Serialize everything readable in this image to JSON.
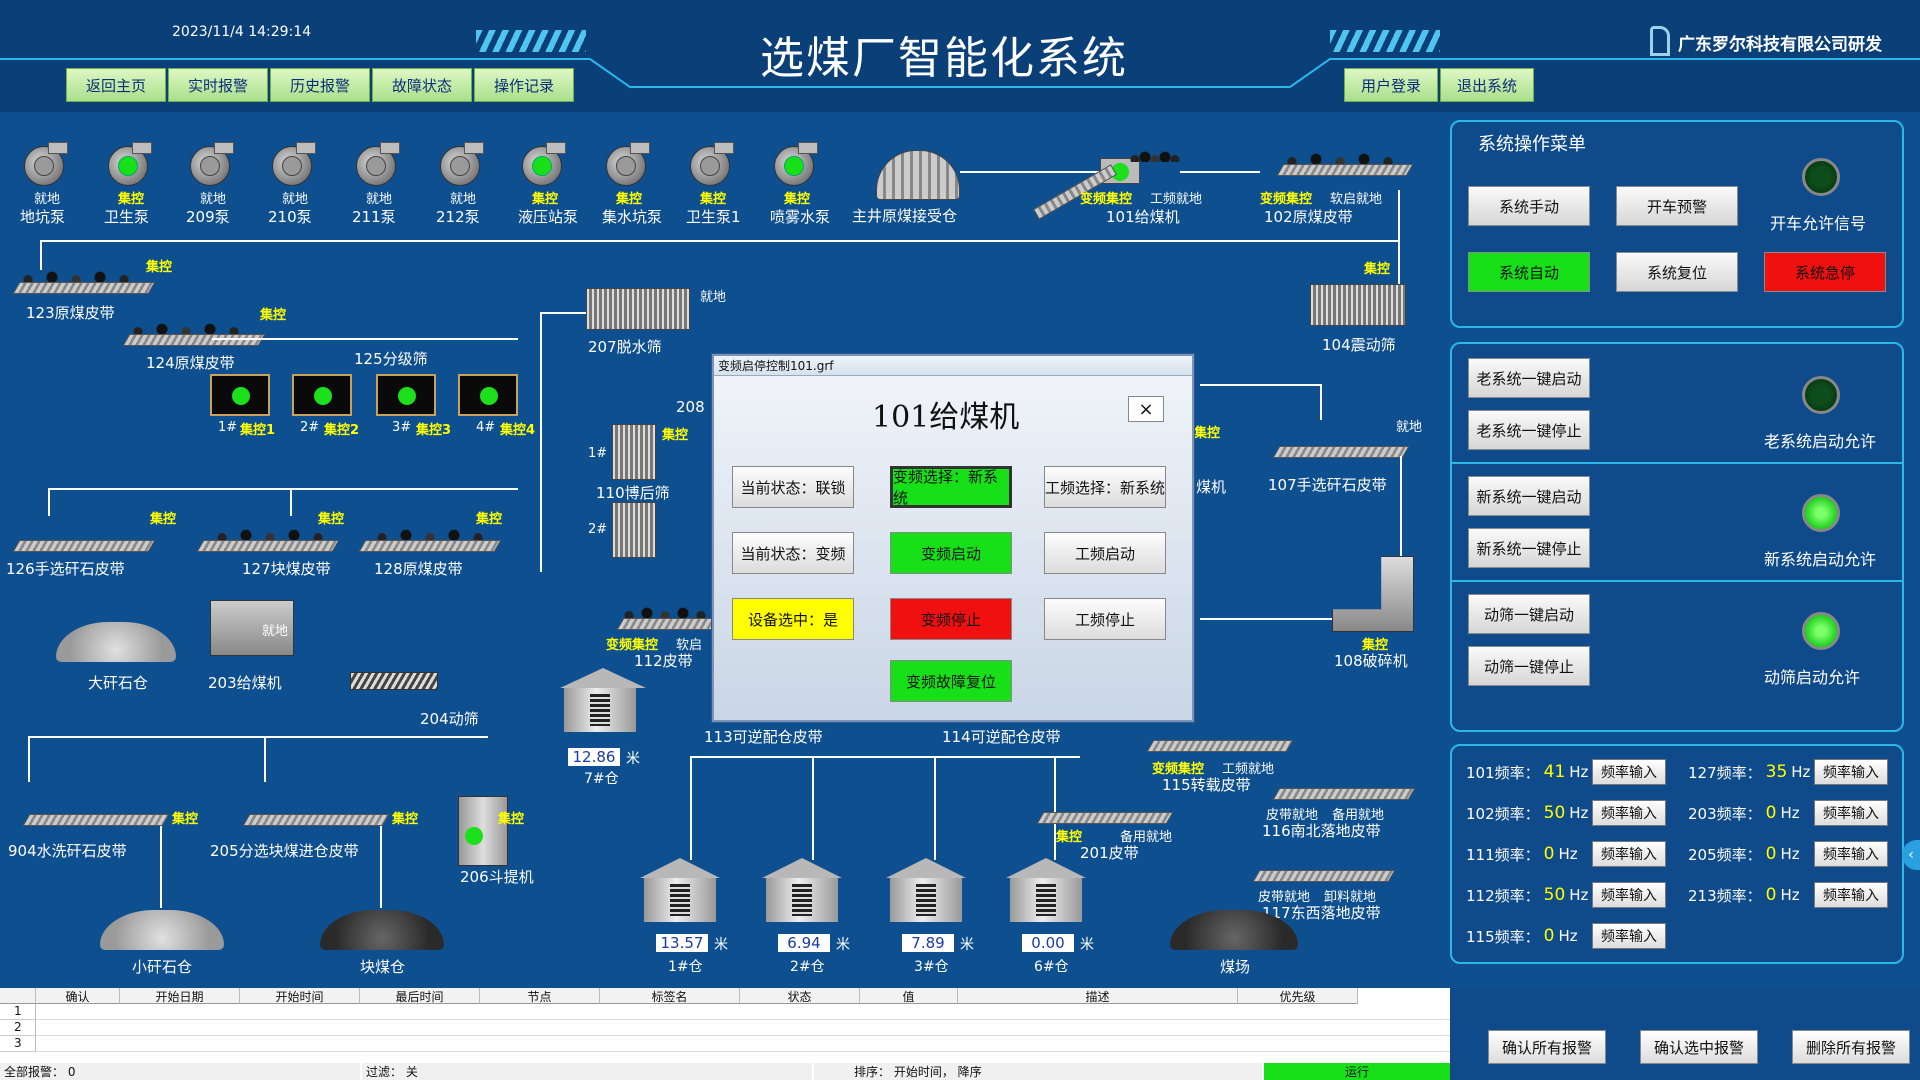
{
  "header": {
    "datetime": "2023/11/4  14:29:14",
    "title": "选煤厂智能化系统",
    "company": "广东罗尔科技有限公司研发",
    "nav_left": [
      "返回主页",
      "实时报警",
      "历史报警",
      "故障状态",
      "操作记录"
    ],
    "nav_right": [
      "用户登录",
      "退出系统"
    ]
  },
  "pumps": [
    {
      "tag": "就地",
      "name": "地坑泵",
      "on": false
    },
    {
      "tag": "集控",
      "name": "卫生泵",
      "on": true
    },
    {
      "tag": "就地",
      "name": "209泵",
      "on": false
    },
    {
      "tag": "就地",
      "name": "210泵",
      "on": false
    },
    {
      "tag": "就地",
      "name": "211泵",
      "on": false
    },
    {
      "tag": "就地",
      "name": "212泵",
      "on": false
    },
    {
      "tag": "集控",
      "name": "液压站泵",
      "on": true
    },
    {
      "tag": "集控",
      "name": "集水坑泵",
      "on": false
    },
    {
      "tag": "集控",
      "name": "卫生泵1",
      "on": false
    },
    {
      "tag": "集控",
      "name": "喷雾水泵",
      "on": true
    }
  ],
  "equip": {
    "shed": "主井原煤接受仓",
    "f101": {
      "name": "101给煤机",
      "t1": "变频集控",
      "t2": "工频就地"
    },
    "b102": {
      "name": "102原煤皮带",
      "t1": "变频集控",
      "t2": "软启就地"
    },
    "b123": {
      "name": "123原煤皮带",
      "tag": "集控"
    },
    "b124": {
      "name": "124原煤皮带",
      "tag": "集控"
    },
    "g125": "125分级筛",
    "screens": [
      {
        "no": "1#",
        "tag": "集控1"
      },
      {
        "no": "2#",
        "tag": "集控2"
      },
      {
        "no": "3#",
        "tag": "集控3"
      },
      {
        "no": "4#",
        "tag": "集控4"
      }
    ],
    "s207": {
      "name": "207脱水筛",
      "tag": "就地"
    },
    "s208": "208",
    "s104": {
      "name": "104震动筛",
      "tag": "集控"
    },
    "s110": {
      "name": "110博后筛",
      "tag": "集控",
      "n1": "1#",
      "n2": "2#"
    },
    "b107": {
      "name": "107手选矸石皮带",
      "tag": "就地"
    },
    "b126": {
      "name": "126手选矸石皮带",
      "tag": "集控"
    },
    "b127": {
      "name": "127块煤皮带",
      "tag": "集控"
    },
    "b128": {
      "name": "128原煤皮带",
      "tag": "集控"
    },
    "big_gangue": "大矸石仓",
    "f203": {
      "name": "203给煤机",
      "tag": "就地"
    },
    "s204": "204动筛",
    "b112": {
      "name": "112皮带",
      "t1": "变频集控",
      "t2": "软启"
    },
    "bin7": {
      "value": "12.86",
      "unit": "米",
      "name": "7#仓"
    },
    "m108": {
      "name": "108破碎机",
      "tag": "集控"
    },
    "feed_right": {
      "name": "煤机",
      "tag": "集控"
    },
    "b113": "113可逆配仓皮带",
    "b114": "114可逆配仓皮带",
    "b115": {
      "name": "115转载皮带",
      "t1": "变频集控",
      "t2": "工频就地"
    },
    "b116": {
      "name": "116南北落地皮带",
      "t1": "皮带就地",
      "t2": "备用就地"
    },
    "b201": {
      "name": "201皮带",
      "t1": "集控",
      "t2": "备用就地"
    },
    "b117": {
      "name": "117东西落地皮带",
      "t1": "皮带就地",
      "t2": "卸料就地"
    },
    "b904": {
      "name": "904水洗矸石皮带",
      "tag": "集控"
    },
    "b205": {
      "name": "205分选块煤进仓皮带",
      "tag": "集控"
    },
    "e206": {
      "name": "206斗提机",
      "tag": "集控"
    },
    "small_gangue": "小矸石仓",
    "lump_bin": "块煤仓",
    "coal_yard": "煤场",
    "bins": [
      {
        "value": "13.57",
        "unit": "米",
        "name": "1#仓"
      },
      {
        "value": "6.94",
        "unit": "米",
        "name": "2#仓"
      },
      {
        "value": "7.89",
        "unit": "米",
        "name": "3#仓"
      },
      {
        "value": "0.00",
        "unit": "米",
        "name": "6#仓"
      }
    ]
  },
  "dialog": {
    "window_title": "变频启停控制101.grf",
    "heading": "101给煤机",
    "close": "×",
    "cur_state1": "当前状态：联锁",
    "vf_select": "变频选择：新系统",
    "pf_select": "工频选择：新系统",
    "cur_state2": "当前状态：变频",
    "vf_start": "变频启动",
    "pf_start": "工频启动",
    "selected": "设备选中：是",
    "vf_stop": "变频停止",
    "pf_stop": "工频停止",
    "vf_reset": "变频故障复位"
  },
  "menu": {
    "title": "系统操作菜单",
    "manual": "系统手动",
    "warn": "开车预警",
    "auto": "系统自动",
    "reset": "系统复位",
    "estop": "系统急停",
    "signal": "开车允许信号"
  },
  "oneclick": [
    {
      "start": "老系统一键启动",
      "stop": "老系统一键停止",
      "permit": "老系统启动允许",
      "on": false
    },
    {
      "start": "新系统一键启动",
      "stop": "新系统一键停止",
      "permit": "新系统启动允许",
      "on": true
    },
    {
      "start": "动筛一键启动",
      "stop": "动筛一键停止",
      "permit": "动筛启动允许",
      "on": true
    }
  ],
  "freq": {
    "unit": "Hz",
    "btn": "频率输入",
    "left": [
      {
        "label": "101频率：",
        "value": "41"
      },
      {
        "label": "102频率：",
        "value": "50"
      },
      {
        "label": "111频率：",
        "value": "0"
      },
      {
        "label": "112频率：",
        "value": "50"
      },
      {
        "label": "115频率：",
        "value": "0"
      }
    ],
    "right": [
      {
        "label": "127频率：",
        "value": "35"
      },
      {
        "label": "203频率：",
        "value": "0"
      },
      {
        "label": "205频率：",
        "value": "0"
      },
      {
        "label": "213频率：",
        "value": "0"
      }
    ]
  },
  "alarm_table": {
    "columns": [
      "确认",
      "开始日期",
      "开始时间",
      "最后时间",
      "节点",
      "标签名",
      "状态",
      "值",
      "描述",
      "优先级"
    ],
    "rows": [
      "1",
      "2",
      "3"
    ]
  },
  "status": {
    "total": "全部报警： 0",
    "filter": "过滤： 关",
    "sort": "排序： 开始时间， 降序",
    "run": "运行"
  },
  "alarm_btns": [
    "确认所有报警",
    "确认选中报警",
    "删除所有报警"
  ]
}
